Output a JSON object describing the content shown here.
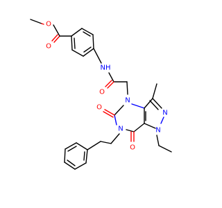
{
  "molecule": {
    "atom_labels": {
      "ester_ether_o": "O",
      "ester_carbonyl_o": "O",
      "amide_nh": "NH",
      "amide_o": "O",
      "n4": "N",
      "o5": "O",
      "n6": "N",
      "o7": "O",
      "n2": "N",
      "n1": "N"
    },
    "colors": {
      "carbon_bond": "#000000",
      "nitrogen": "#0000ff",
      "oxygen": "#ff0000"
    }
  }
}
